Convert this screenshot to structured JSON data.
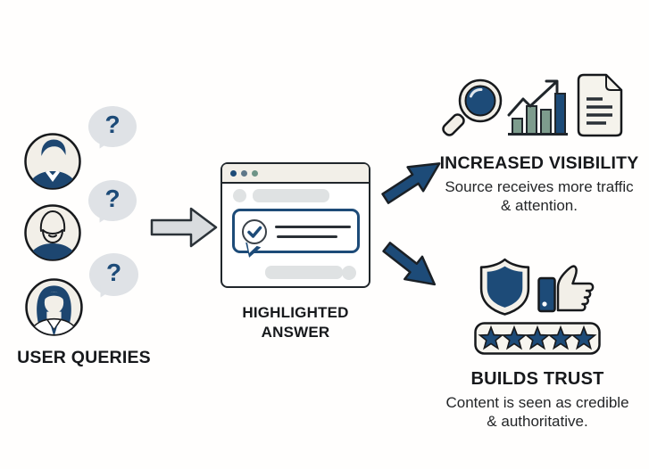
{
  "user_queries": {
    "label": "USER QUERIES",
    "question_mark": "?",
    "avatars": [
      {
        "type": "young-man"
      },
      {
        "type": "older-man"
      },
      {
        "type": "woman"
      }
    ]
  },
  "highlighted_answer": {
    "label": "HIGHLIGHTED ANSWER"
  },
  "increased_visibility": {
    "title": "INCREASED VISIBILITY",
    "description": "Source receives more traffic & attention."
  },
  "builds_trust": {
    "title": "BUILDS TRUST",
    "description": "Content is seen as credible & authoritative."
  },
  "icons": {
    "left": [
      "question-bubble-icon ×3",
      "user-avatar-icon ×3"
    ],
    "center": [
      "browser-window-icon",
      "checkmark-icon",
      "answer-speech-bubble-icon"
    ],
    "flow": [
      "arrow-right-icon",
      "arrow-up-right-icon",
      "arrow-down-right-icon"
    ],
    "increased_visibility": [
      "magnifier-icon",
      "growth-chart-icon",
      "document-icon"
    ],
    "builds_trust": [
      "shield-icon",
      "thumbs-up-icon",
      "five-star-rating-icon"
    ]
  },
  "colors": {
    "navy": "#1d4b78",
    "sage": "#7d9c8d",
    "cream": "#f2efe8",
    "bubble_gray": "#dfe2e6",
    "arrow_gray": "#d9dcdf",
    "outline": "#20262b",
    "background": "#ffffff"
  }
}
